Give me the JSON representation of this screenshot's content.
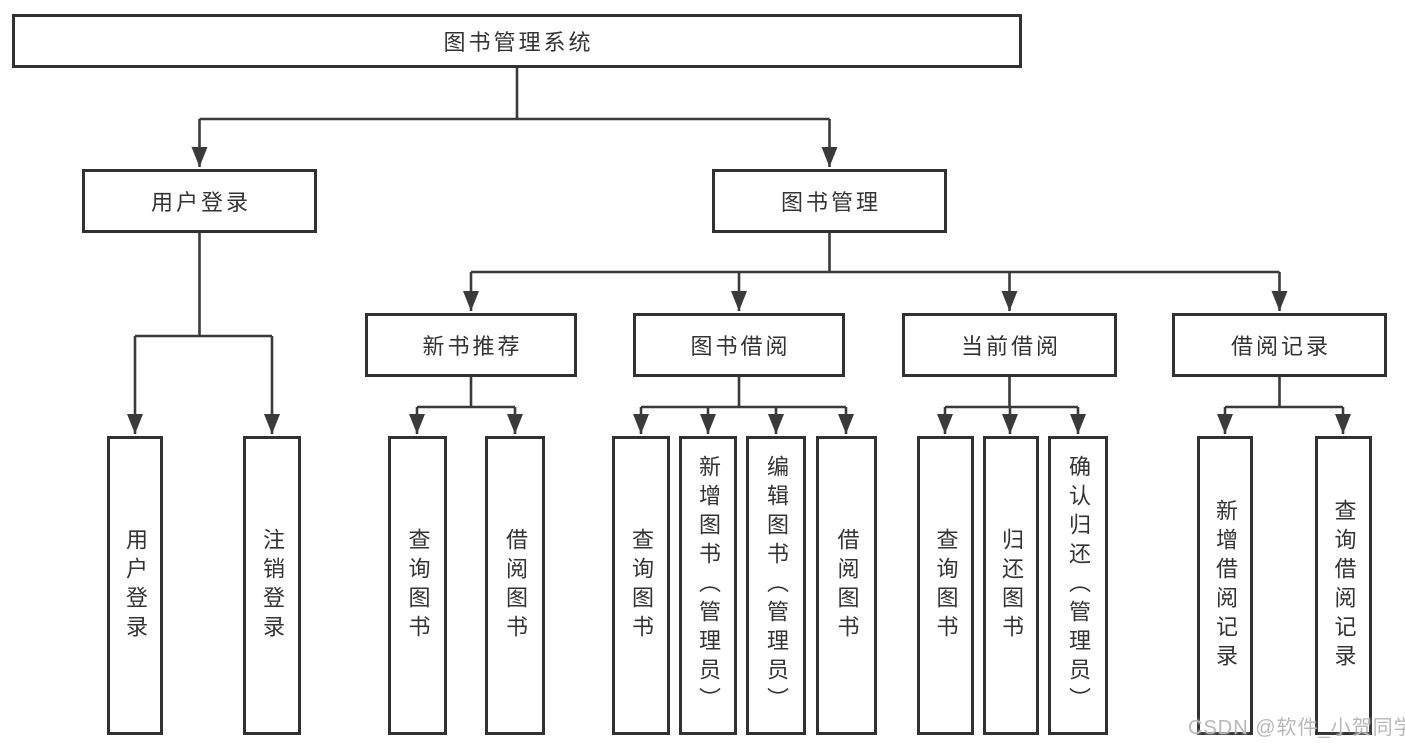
{
  "watermark": {
    "text": "CSDN @软件_小贺同学",
    "color": "#b8b8b8"
  },
  "colors": {
    "line": "#3a3a3a",
    "box_border": "#313131",
    "text": "#333333",
    "background": "#ffffff"
  },
  "diagram": {
    "type": "hierarchy-tree",
    "root": {
      "label": "图书管理系统"
    },
    "branches": [
      {
        "label": "用户登录",
        "children": [
          {
            "label": "用户登录"
          },
          {
            "label": "注销登录"
          }
        ]
      },
      {
        "label": "图书管理",
        "children": [
          {
            "label": "新书推荐",
            "children": [
              {
                "label": "查询图书"
              },
              {
                "label": "借阅图书"
              }
            ]
          },
          {
            "label": "图书借阅",
            "children": [
              {
                "label": "查询图书"
              },
              {
                "label": "新增图书（管理员）"
              },
              {
                "label": "编辑图书（管理员）"
              },
              {
                "label": "借阅图书"
              }
            ]
          },
          {
            "label": "当前借阅",
            "children": [
              {
                "label": "查询图书"
              },
              {
                "label": "归还图书"
              },
              {
                "label": "确认归还（管理员）"
              }
            ]
          },
          {
            "label": "借阅记录",
            "children": [
              {
                "label": "新增借阅记录"
              },
              {
                "label": "查询借阅记录"
              }
            ]
          }
        ]
      }
    ]
  }
}
